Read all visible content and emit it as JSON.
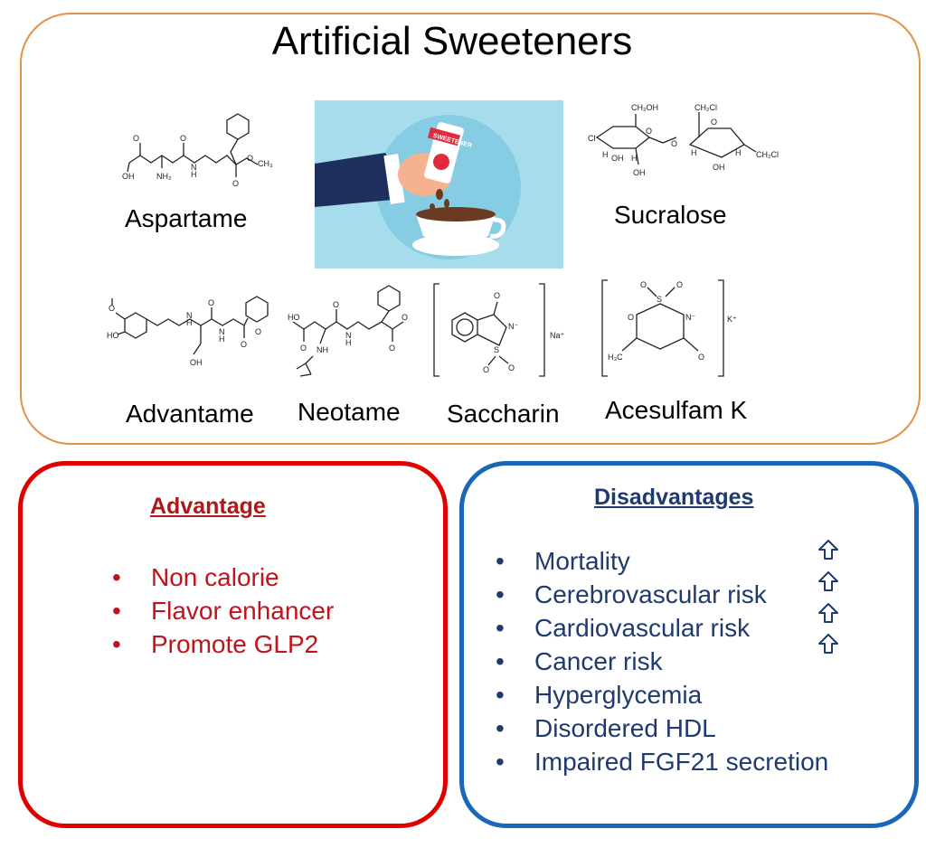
{
  "title": "Artificial Sweeteners",
  "molecules": {
    "aspartame": "Aspartame",
    "sucralose": "Sucralose",
    "advantame": "Advantame",
    "neotame": "Neotame",
    "saccharin": "Saccharin",
    "acesulfam": "Acesulfam K"
  },
  "illustration": {
    "packet_text": "SWEETENER"
  },
  "advantage": {
    "heading": "Advantage",
    "items": [
      "Non calorie",
      "Flavor enhancer",
      "Promote GLP2"
    ]
  },
  "disadvantages": {
    "heading": "Disadvantages",
    "items": [
      "Mortality",
      "Cerebrovascular risk",
      "Cardiovascular risk",
      "Cancer risk",
      "Hyperglycemia",
      "Disordered HDL",
      "Impaired FGF21 secretion"
    ],
    "increase_icon": "up-arrow-icon",
    "increase_count": 4
  },
  "colors": {
    "top_border": "#E0924A",
    "advantage_border": "#E00000",
    "advantage_text": "#C0141C",
    "disadvantage_border": "#1A66B8",
    "disadvantage_text": "#1F3A6E"
  }
}
